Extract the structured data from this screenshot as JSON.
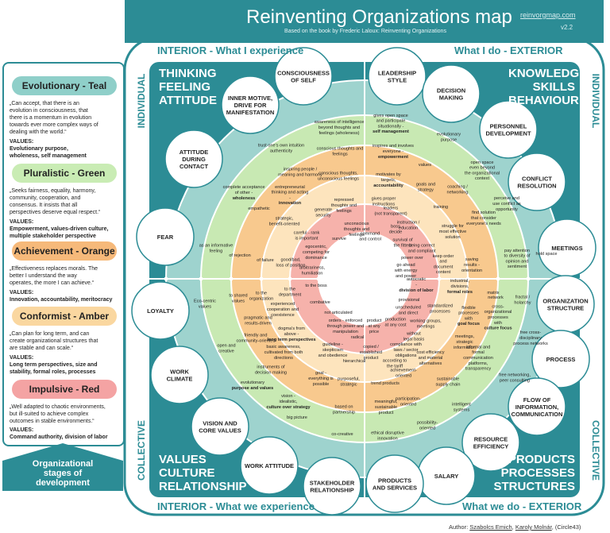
{
  "header": {
    "title": "Reinventing Organizations map",
    "subtitle": "Based on the book by Frederic Laloux: Reinventing Organizations",
    "url": "reinvorgmap.com",
    "version": "v2.2"
  },
  "quadrant_labels": {
    "top_left": "INTERIOR - What I experience",
    "top_right": "What I do - EXTERIOR",
    "bottom_left": "INTERIOR - What we experience",
    "bottom_right": "What we do - EXTERIOR",
    "individual": "INDIVIDUAL",
    "collective": "COLLECTIVE"
  },
  "corners": {
    "tl": [
      "THINKING",
      "FEELING",
      "ATTITUDE"
    ],
    "tr": [
      "KNOWLEDGE",
      "SKILLS",
      "BEHAVIOUR"
    ],
    "bl": [
      "VALUES",
      "CULTURE",
      "RELATIONSHIP"
    ],
    "br": [
      "PRODUCTS",
      "PROCESSES",
      "STRUCTURES"
    ]
  },
  "legend": {
    "stages": [
      {
        "title": "Evolutionary - Teal",
        "color": "#8fcfc9",
        "desc": [
          "„Can accept, that there is an",
          "evolution in consciousness, that",
          "there is a momentum in evolution",
          "towards ever more complex ways of",
          "dealing with the world.“"
        ],
        "values_label": "VALUES:",
        "values": [
          "Evolutionary purpose,",
          "wholeness, self management"
        ]
      },
      {
        "title": "Pluralistic - Green",
        "color": "#c9ecb4",
        "desc": [
          "„Seeks fairness, equality, harmony,",
          "community, cooperation, and",
          "consensus. It insists that all",
          "perspectives deserve equal respect.“"
        ],
        "values_label": "VALUES:",
        "values": [
          "Empowerment, values-driven culture,",
          "multiple stakeholder perspective"
        ]
      },
      {
        "title": "Achievement - Orange",
        "color": "#f6b97a",
        "desc": [
          "„Effectiveness replaces morals. The",
          "better I understand the way",
          "operates, the more I can achieve.“"
        ],
        "values_label": "VALUES:",
        "values": [
          "Innovation, accountability, meritocracy"
        ]
      },
      {
        "title": "Conformist - Amber",
        "color": "#fad7a0",
        "desc": [
          "„Can plan for long term, and can",
          "create organizational structures that",
          "are stable and can scale.“"
        ],
        "values_label": "VALUES:",
        "values": [
          "Long term perspectives, size and",
          "stability, formal roles, processes"
        ]
      },
      {
        "title": "Impulsive - Red",
        "color": "#f4a3a3",
        "desc": [
          "„Well adapted to chaotic environments,",
          "but ill-suited to achieve complex",
          "outcomes in stable environments.“"
        ],
        "values_label": "VALUES:",
        "values": [
          "Command authority, division of labor"
        ]
      }
    ],
    "org_stages": [
      "Organizational",
      "stages of",
      "development"
    ]
  },
  "bubbles": [
    {
      "id": "consciousness-of-self",
      "label": [
        "CONSCIOUSNESS",
        "OF SELF"
      ]
    },
    {
      "id": "leadership-style",
      "label": [
        "LEADERSHIP",
        "STYLE"
      ]
    },
    {
      "id": "inner-motive",
      "label": [
        "INNER MOTIVE,",
        "DRIVE FOR",
        "MANIFESTATION"
      ]
    },
    {
      "id": "decision-making",
      "label": [
        "DECISION",
        "MAKING"
      ]
    },
    {
      "id": "attitude-during-contact",
      "label": [
        "ATTITUDE",
        "DURING",
        "CONTACT"
      ]
    },
    {
      "id": "personnel-development",
      "label": [
        "PERSONNEL",
        "DEVELOPMENT"
      ]
    },
    {
      "id": "conflict-resolution",
      "label": [
        "CONFLICT",
        "RESOLUTION"
      ]
    },
    {
      "id": "fear",
      "label": [
        "FEAR"
      ]
    },
    {
      "id": "meetings",
      "label": [
        "MEETINGS"
      ]
    },
    {
      "id": "loyalty",
      "label": [
        "LOYALTY"
      ]
    },
    {
      "id": "organization-structure",
      "label": [
        "ORGANIZATION",
        "STRUCTURE"
      ]
    },
    {
      "id": "process",
      "label": [
        "PROCESS"
      ]
    },
    {
      "id": "work-climate",
      "label": [
        "WORK",
        "CLIMATE"
      ]
    },
    {
      "id": "flow-of-information",
      "label": [
        "FLOW OF",
        "INFORMATION,",
        "COMMUNICATION"
      ]
    },
    {
      "id": "vision-core-values",
      "label": [
        "VISION AND",
        "CORE VALUES"
      ]
    },
    {
      "id": "resource-efficiency",
      "label": [
        "RESOURCE",
        "EFFICIENCY"
      ]
    },
    {
      "id": "work-attitude",
      "label": [
        "WORK ATTITUDE"
      ]
    },
    {
      "id": "salary",
      "label": [
        "SALARY"
      ]
    },
    {
      "id": "stakeholder-relationship",
      "label": [
        "STAKEHOLDER",
        "RELATIONSHIP"
      ]
    },
    {
      "id": "products-and-services",
      "label": [
        "PRODUCTS",
        "AND SERVICES"
      ]
    }
  ],
  "ring_colors": {
    "teal": "#9ed3ce",
    "green": "#c8e9b3",
    "orange": "#f8c98e",
    "amber": "#fde4bd",
    "red": "#f6b2ab",
    "center": "#ffffff",
    "accent": "#2c8c95"
  },
  "ring_texts": [
    {
      "id": "t1",
      "lines": [
        "awareness of intelligence",
        "beyond thoughts and",
        "feelings (wholeness)"
      ]
    },
    {
      "id": "t2",
      "lines": [
        "gives open space",
        "and participate",
        "situationally -"
      ],
      "bold": "self management"
    },
    {
      "id": "t3",
      "lines": [
        "evolutionary",
        "purpose"
      ]
    },
    {
      "id": "t4",
      "lines": [
        "trust one's own intuition",
        "authenticity"
      ]
    },
    {
      "id": "t5",
      "lines": [
        "conscious thoughts and",
        "feelings"
      ]
    },
    {
      "id": "t6",
      "lines": [
        "inspires and involves",
        "everyone -"
      ],
      "bold": "empowerment"
    },
    {
      "id": "t7",
      "lines": [
        "open space",
        "even beyond",
        "the organizational",
        "context"
      ]
    },
    {
      "id": "t8",
      "lines": [
        "values"
      ]
    },
    {
      "id": "t9",
      "lines": [
        "inspiring people /",
        "meaning and harmony"
      ]
    },
    {
      "id": "t10",
      "lines": [
        "conscious thoughts,",
        "unconscious feelings"
      ]
    },
    {
      "id": "t11",
      "lines": [
        "motivates by",
        "targets,"
      ],
      "bold": "accountability"
    },
    {
      "id": "t12",
      "lines": [
        "goals and",
        "strategy"
      ]
    },
    {
      "id": "t13",
      "lines": [
        "coaching /",
        "networking"
      ]
    },
    {
      "id": "t14",
      "lines": [
        "complete acceptance",
        "of other -"
      ],
      "bold": "wholeness"
    },
    {
      "id": "t15",
      "lines": [
        "entrepreneurial",
        "thinking and acting",
        "-"
      ],
      "bold": "innovation"
    },
    {
      "id": "t16",
      "lines": [
        "gives proper",
        "instructions"
      ]
    },
    {
      "id": "t17",
      "lines": [
        "repressed",
        "thoughts and",
        "feelings"
      ]
    },
    {
      "id": "t18",
      "lines": [
        "perceive and",
        "use conflict as",
        "opportunity"
      ]
    },
    {
      "id": "t19",
      "lines": [
        "empathetic"
      ]
    },
    {
      "id": "t20",
      "lines": [
        "generate",
        "security"
      ]
    },
    {
      "id": "t21",
      "lines": [
        "leaders",
        "(not transparent)"
      ]
    },
    {
      "id": "t22",
      "lines": [
        "training"
      ]
    },
    {
      "id": "t23",
      "lines": [
        "find solution",
        "that consider",
        "everyone's needs"
      ]
    },
    {
      "id": "t24",
      "lines": [
        "strategic,",
        "benefit-oriented"
      ]
    },
    {
      "id": "t25",
      "lines": [
        "unconscious",
        "thoughts and",
        "feelings"
      ]
    },
    {
      "id": "t26",
      "lines": [
        "instruction /",
        "education"
      ]
    },
    {
      "id": "t27",
      "lines": [
        "struggle for",
        "most effective",
        "solution"
      ]
    },
    {
      "id": "t28",
      "lines": [
        "careful - rank",
        "is important"
      ]
    },
    {
      "id": "t29",
      "lines": [
        "boss",
        "decide"
      ]
    },
    {
      "id": "t30",
      "lines": [
        "command",
        "and control"
      ]
    },
    {
      "id": "t31",
      "lines": [
        "as an informative",
        "feeling"
      ]
    },
    {
      "id": "t32",
      "lines": [
        "of rejection"
      ]
    },
    {
      "id": "t33",
      "lines": [
        "survive"
      ]
    },
    {
      "id": "t34",
      "lines": [
        "survival of",
        "the fittest"
      ]
    },
    {
      "id": "t35",
      "lines": [
        "being correct",
        "and compliant"
      ]
    },
    {
      "id": "t36",
      "lines": [
        "pay attention",
        "to diversity of",
        "opinion and",
        "sentiment"
      ]
    },
    {
      "id": "t37",
      "lines": [
        "egocentric,",
        "competing for",
        "dominance"
      ]
    },
    {
      "id": "t38",
      "lines": [
        "hold space"
      ]
    },
    {
      "id": "t39",
      "lines": [
        "of failure"
      ]
    },
    {
      "id": "t40",
      "lines": [
        "good/bad,",
        "loss of position"
      ]
    },
    {
      "id": "t41",
      "lines": [
        "power over"
      ]
    },
    {
      "id": "t42",
      "lines": [
        "keep order",
        "and",
        "document",
        "content"
      ]
    },
    {
      "id": "t43",
      "lines": [
        "saving",
        "results -",
        "orientation"
      ]
    },
    {
      "id": "t44",
      "lines": [
        "arbitrariness,",
        "humiliation"
      ]
    },
    {
      "id": "t45",
      "lines": [
        "go ahead",
        "with energy",
        "and power"
      ]
    },
    {
      "id": "t46",
      "lines": [
        "to the boss"
      ]
    },
    {
      "id": "t47",
      "lines": [
        "to shared",
        "values"
      ]
    },
    {
      "id": "t48",
      "lines": [
        "to the",
        "organization"
      ]
    },
    {
      "id": "t49",
      "lines": [
        "to the",
        "department"
      ]
    },
    {
      "id": "t50",
      "lines": [
        "autocratic",
        "-"
      ],
      "bold": "division of labor"
    },
    {
      "id": "t51",
      "lines": [
        "industrial,",
        "divisions,"
      ],
      "bold": "formal roles"
    },
    {
      "id": "t52",
      "lines": [
        "matrix"
      ]
    },
    {
      "id": "t53",
      "lines": [
        "network"
      ]
    },
    {
      "id": "t54",
      "lines": [
        "fractal /",
        "holarchy"
      ]
    },
    {
      "id": "t55",
      "lines": [
        "Eco-centric",
        "values"
      ]
    },
    {
      "id": "t56",
      "lines": [
        "combative"
      ]
    },
    {
      "id": "t57",
      "lines": [
        "provisional"
      ]
    },
    {
      "id": "t58",
      "lines": [
        "experienced",
        "cooperation and",
        "coexistence"
      ]
    },
    {
      "id": "t59",
      "lines": [
        "not articulated"
      ]
    },
    {
      "id": "t60",
      "lines": [
        "unscheduled",
        "and direct"
      ]
    },
    {
      "id": "t61",
      "lines": [
        "standardized",
        "processes"
      ]
    },
    {
      "id": "t62",
      "lines": [
        "flexible",
        "processes",
        "with"
      ],
      "bold": "goal focus"
    },
    {
      "id": "t63",
      "lines": [
        "cross-",
        "organizational",
        "processes",
        "with"
      ],
      "bold": "culture focus"
    },
    {
      "id": "t64",
      "lines": [
        "pragmatic and",
        "results-driven"
      ]
    },
    {
      "id": "t65",
      "lines": [
        "orders - enforced",
        "through power and",
        "manipulation"
      ]
    },
    {
      "id": "t66",
      "lines": [
        "product",
        "at any",
        "price"
      ]
    },
    {
      "id": "t67",
      "lines": [
        "production",
        "at any cost"
      ]
    },
    {
      "id": "t68",
      "lines": [
        "working groups,",
        "meetings"
      ]
    },
    {
      "id": "t69",
      "lines": [
        "free cross-",
        "disciplinary",
        "process networks"
      ]
    },
    {
      "id": "t70",
      "lines": [
        "friendly and",
        "community-oriented"
      ]
    },
    {
      "id": "t71",
      "lines": [
        "dogma's from",
        "above -"
      ],
      "bold": "long term perspectives"
    },
    {
      "id": "t72",
      "lines": [
        "without",
        "legal basis"
      ]
    },
    {
      "id": "t73",
      "lines": [
        "meetings,",
        "strategic",
        "information"
      ]
    },
    {
      "id": "t74",
      "lines": [
        "radical"
      ]
    },
    {
      "id": "t75",
      "lines": [
        "compliance with",
        "laws / sector",
        "obligations"
      ]
    },
    {
      "id": "t76",
      "lines": [
        "open and",
        "creative"
      ]
    },
    {
      "id": "t77",
      "lines": [
        "basic awareness,",
        "cultivated from both",
        "directions"
      ]
    },
    {
      "id": "t78",
      "lines": [
        "guideline -",
        "skepticism",
        "and obedience"
      ]
    },
    {
      "id": "t79",
      "lines": [
        "copied /",
        "established",
        "product"
      ]
    },
    {
      "id": "t80",
      "lines": [
        "cost efficiency",
        "and material",
        "alternatives"
      ]
    },
    {
      "id": "t81",
      "lines": [
        "informal and",
        "formal",
        "communication",
        "platforms,",
        "transparency"
      ]
    },
    {
      "id": "t82",
      "lines": [
        "hierarchical"
      ]
    },
    {
      "id": "t83",
      "lines": [
        "instruments of",
        "decision making"
      ]
    },
    {
      "id": "t84",
      "lines": [
        "according to",
        "the tariff"
      ]
    },
    {
      "id": "t85",
      "lines": [
        "achievement-",
        "oriented"
      ]
    },
    {
      "id": "t86",
      "lines": [
        "free networking,",
        "peer consulting"
      ]
    },
    {
      "id": "t87",
      "lines": [
        "evolutionary",
        ""
      ],
      "bold": "purpose and values"
    },
    {
      "id": "t88",
      "lines": [
        "goal -",
        "everything is",
        "possible"
      ]
    },
    {
      "id": "t89",
      "lines": [
        "purposeful,",
        "strategic"
      ]
    },
    {
      "id": "t90",
      "lines": [
        "sustainable",
        "supply chain"
      ]
    },
    {
      "id": "t91",
      "lines": [
        "vision -",
        "idealistic,"
      ],
      "bold": "culture over strategy"
    },
    {
      "id": "t92",
      "lines": [
        "trend products"
      ]
    },
    {
      "id": "t93",
      "lines": [
        "participation-",
        "oriented"
      ]
    },
    {
      "id": "t94",
      "lines": [
        "intelligent",
        "systems"
      ]
    },
    {
      "id": "t95",
      "lines": [
        "big picture"
      ]
    },
    {
      "id": "t96",
      "lines": [
        "based on",
        "partnership"
      ]
    },
    {
      "id": "t97",
      "lines": [
        "meaningful,",
        "sustainable",
        "product"
      ]
    },
    {
      "id": "t98",
      "lines": [
        "possibility-",
        "oriented"
      ]
    },
    {
      "id": "t99",
      "lines": [
        "co-creative"
      ]
    },
    {
      "id": "t100",
      "lines": [
        "ethical disruptive",
        "innovation"
      ]
    }
  ],
  "author": {
    "prefix": "Author:",
    "name1": "Szabolcs Emich",
    "sep": ",",
    "name2": "Karoly Molnár",
    "suffix": ", (Circle43)"
  }
}
